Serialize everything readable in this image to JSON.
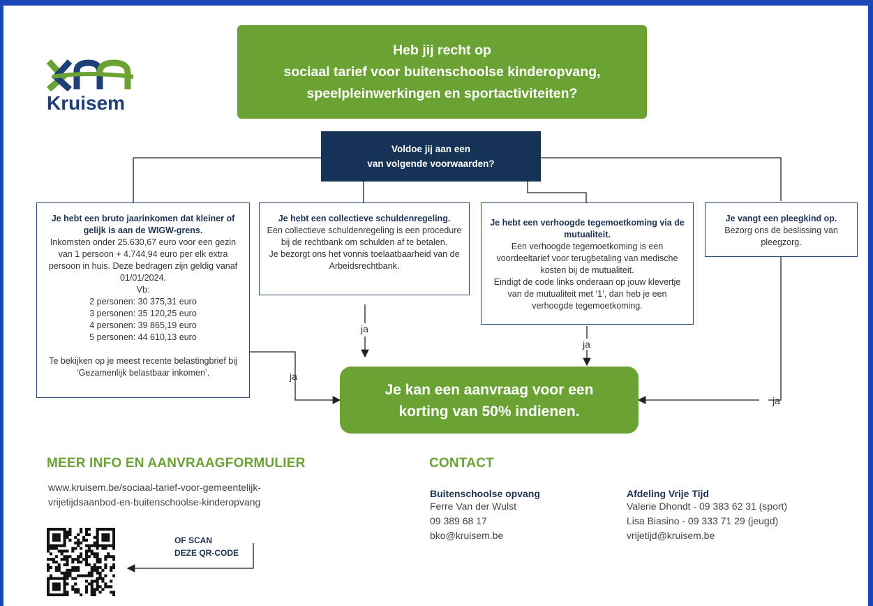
{
  "logo": {
    "mark": "XM",
    "name": "Kruisem"
  },
  "title": {
    "line1": "Heb jij recht op",
    "line2": "sociaal tarief voor buitenschoolse kinderopvang,",
    "line3": "speelpleinwerkingen en sportactiviteiten?"
  },
  "question": {
    "line1": "Voldoe jij aan een",
    "line2": "van volgende voorwaarden?"
  },
  "conditions": [
    {
      "heading": "Je hebt een bruto jaarinkomen dat kleiner of gelijk is aan de WIGW-grens.",
      "lines": [
        "Inkomsten onder 25.630,67 euro voor een gezin van 1 persoon + 4.744,94 euro per elk extra persoon in huis. Deze bedragen zijn geldig vanaf 01/01/2024.",
        "Vb:",
        "2 personen: 30 375,31 euro",
        "3 personen: 35 120,25 euro",
        "4 personen: 39 865,19 euro",
        "5 personen: 44 610,13 euro",
        "",
        "Te bekijken op je meest recente belastingbrief bij ‘Gezamenlijk belastbaar inkomen’."
      ]
    },
    {
      "heading": "Je hebt een collectieve schuldenregeling.",
      "lines": [
        "Een collectieve schuldenregeling is een procedure bij de rechtbank om schulden af te betalen.",
        "Je bezorgt ons het vonnis toelaatbaarheid van de Arbeidsrechtbank."
      ]
    },
    {
      "heading": "Je hebt een verhoogde tegemoetkoming via de mutualiteit.",
      "lines": [
        "Een verhoogde tegemoetkoming is een voordeeltarief voor terugbetaling van medische kosten bij de mutualiteit.",
        "Eindigt de code links onderaan op jouw klevertje van de mutualiteit met ‘1’, dan heb je een verhoogde tegemoetkoming."
      ]
    },
    {
      "heading": "Je vangt een pleegkind op.",
      "lines": [
        "Bezorg ons de beslissing van pleegzorg."
      ]
    }
  ],
  "yes_label": "ja",
  "result": {
    "line1": "Je kan een aanvraag voor een",
    "line2": "korting van 50% indienen."
  },
  "info": {
    "title": "MEER INFO EN AANVRAAGFORMULIER",
    "url_line1": "www.kruisem.be/sociaal-tarief-voor-gemeentelijk-",
    "url_line2": "vrijetijdsaanbod-en-buitenschoolse-kinderopvang",
    "scan_line1": "OF SCAN",
    "scan_line2": "DEZE QR-CODE"
  },
  "contact": {
    "title": "CONTACT",
    "groups": [
      {
        "heading": "Buitenschoolse opvang",
        "lines": [
          "Ferre Van der Wulst",
          "09 389 68 17",
          "bko@kruisem.be"
        ]
      },
      {
        "heading": "Afdeling Vrije Tijd",
        "lines": [
          "Valerie Dhondt  - 09 383 62 31 (sport)",
          "Lisa Biasino - 09 333 71 29 (jeugd)",
          "vrijetijd@kruisem.be"
        ]
      }
    ]
  },
  "colors": {
    "background": "#1947b8",
    "green": "#6aa334",
    "navy": "#163355",
    "box_border": "#2d4d77"
  }
}
